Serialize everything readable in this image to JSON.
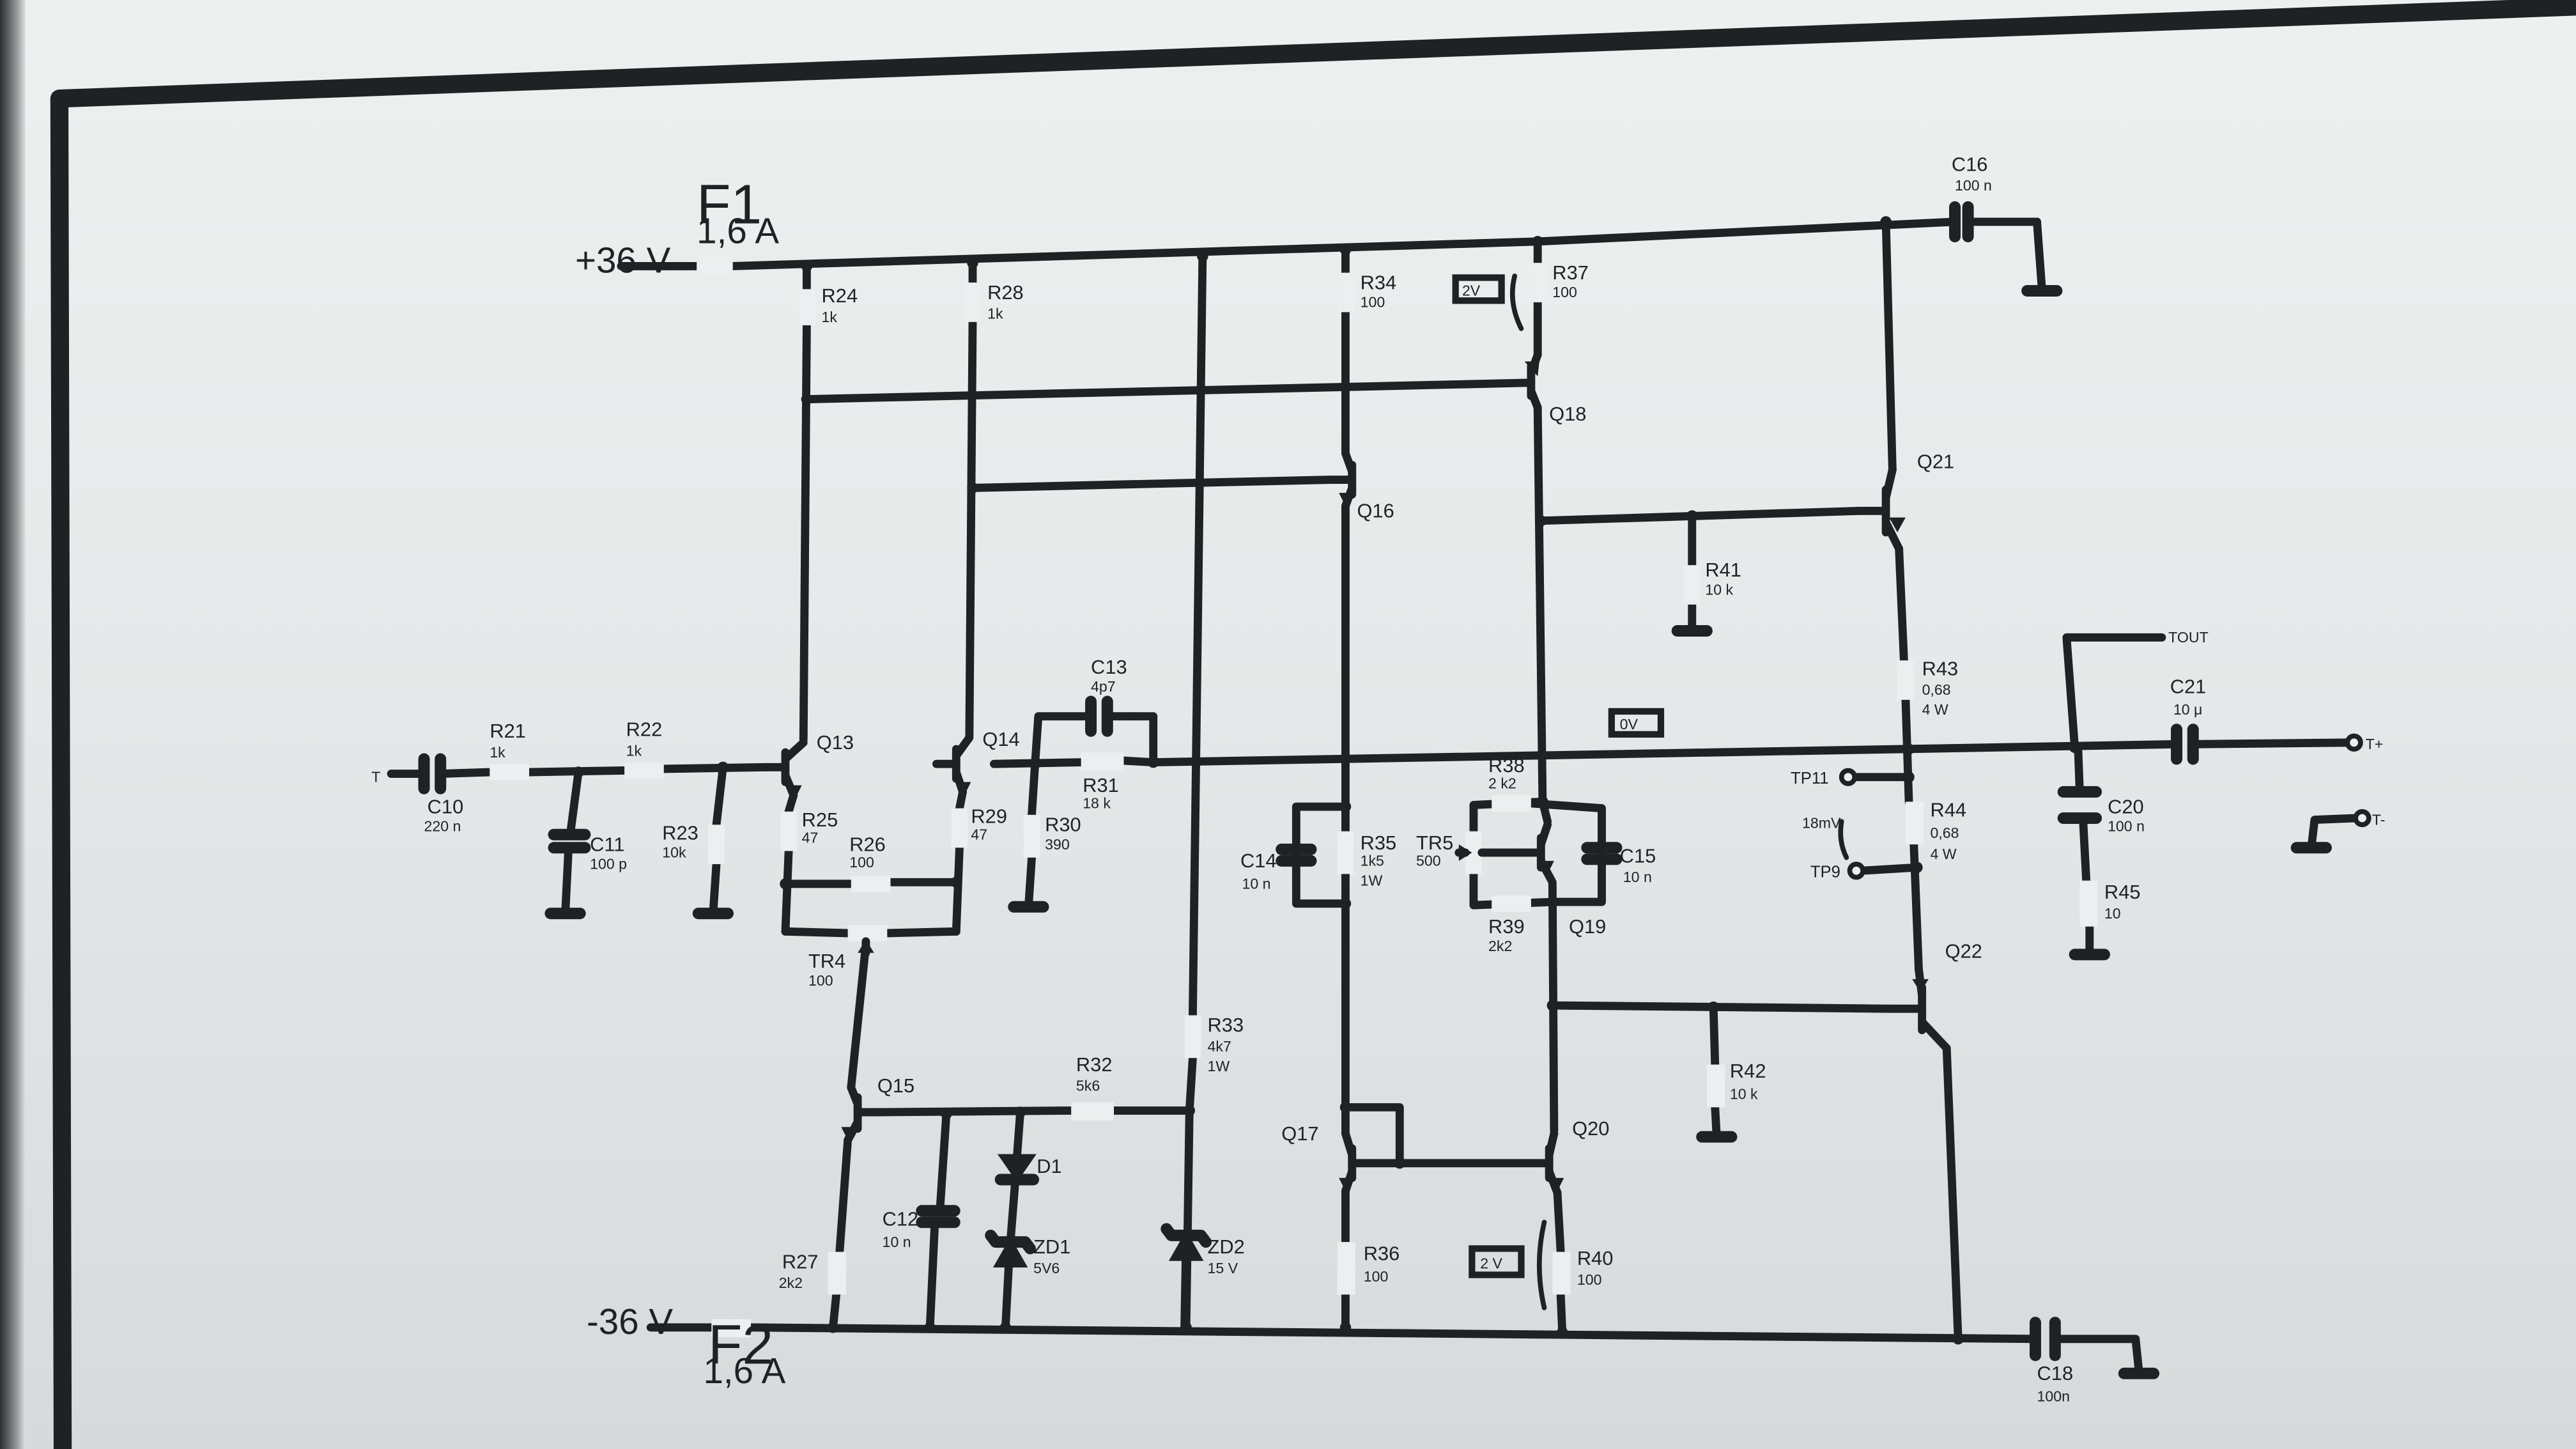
{
  "supply": {
    "positive_rail": "+36 V",
    "negative_rail": "-36 V"
  },
  "components": {
    "F1": {
      "name": "F1",
      "value": "1,6 A"
    },
    "F2": {
      "name": "F2",
      "value": "1,6 A"
    },
    "R21": {
      "name": "R21",
      "value": "1k"
    },
    "R22": {
      "name": "R22",
      "value": "1k"
    },
    "R23": {
      "name": "R23",
      "value": "10k"
    },
    "R24": {
      "name": "R24",
      "value": "1k"
    },
    "R25": {
      "name": "R25",
      "value": "47"
    },
    "R26": {
      "name": "R26",
      "value": "100"
    },
    "R27": {
      "name": "R27",
      "value": "2k2"
    },
    "R28": {
      "name": "R28",
      "value": "1k"
    },
    "R29": {
      "name": "R29",
      "value": "47"
    },
    "R30": {
      "name": "R30",
      "value": "390"
    },
    "R31": {
      "name": "R31",
      "value": "18 k"
    },
    "R32": {
      "name": "R32",
      "value": "5k6"
    },
    "R33": {
      "name": "R33",
      "value": "4k7",
      "power": "1W"
    },
    "R34": {
      "name": "R34",
      "value": "100"
    },
    "R35": {
      "name": "R35",
      "value": "1k5",
      "power": "1W"
    },
    "R36": {
      "name": "R36",
      "value": "100"
    },
    "R37": {
      "name": "R37",
      "value": "100"
    },
    "R38": {
      "name": "R38",
      "value": "2 k2"
    },
    "R39": {
      "name": "R39",
      "value": "2k2"
    },
    "R40": {
      "name": "R40",
      "value": "100"
    },
    "R41": {
      "name": "R41",
      "value": "10 k"
    },
    "R42": {
      "name": "R42",
      "value": "10 k"
    },
    "R43": {
      "name": "R43",
      "value": "0,68",
      "power": "4 W"
    },
    "R44": {
      "name": "R44",
      "value": "0,68",
      "power": "4 W"
    },
    "R45": {
      "name": "R45",
      "value": "10"
    },
    "TR4": {
      "name": "TR4",
      "value": "100"
    },
    "TR5": {
      "name": "TR5",
      "value": "500"
    },
    "C10": {
      "name": "C10",
      "value": "220 n"
    },
    "C11": {
      "name": "C11",
      "value": "100 p"
    },
    "C12": {
      "name": "C12",
      "value": "10 n"
    },
    "C13": {
      "name": "C13",
      "value": "4p7"
    },
    "C14": {
      "name": "C14",
      "value": "10 n"
    },
    "C15": {
      "name": "C15",
      "value": "10 n"
    },
    "C16": {
      "name": "C16",
      "value": "100 n"
    },
    "C18": {
      "name": "C18",
      "value": "100n"
    },
    "C20": {
      "name": "C20",
      "value": "100 n"
    },
    "C21": {
      "name": "C21",
      "value": "10 μ"
    },
    "Q13": {
      "name": "Q13"
    },
    "Q14": {
      "name": "Q14"
    },
    "Q15": {
      "name": "Q15"
    },
    "Q16": {
      "name": "Q16"
    },
    "Q17": {
      "name": "Q17"
    },
    "Q18": {
      "name": "Q18"
    },
    "Q19": {
      "name": "Q19"
    },
    "Q20": {
      "name": "Q20"
    },
    "Q21": {
      "name": "Q21"
    },
    "Q22": {
      "name": "Q22"
    },
    "D1": {
      "name": "D1"
    },
    "ZD1": {
      "name": "ZD1",
      "value": "5V6"
    },
    "ZD2": {
      "name": "ZD2",
      "value": "15 V"
    }
  },
  "terminals": {
    "input": "T",
    "tout": "TOUT",
    "t_plus": "T+",
    "t_minus": "T-",
    "tp11": "TP11",
    "tp9": "TP9"
  },
  "annotations": {
    "v_r37": "2V",
    "v_r40": "2 V",
    "v_out": "0V",
    "i_bias": "18mV"
  }
}
